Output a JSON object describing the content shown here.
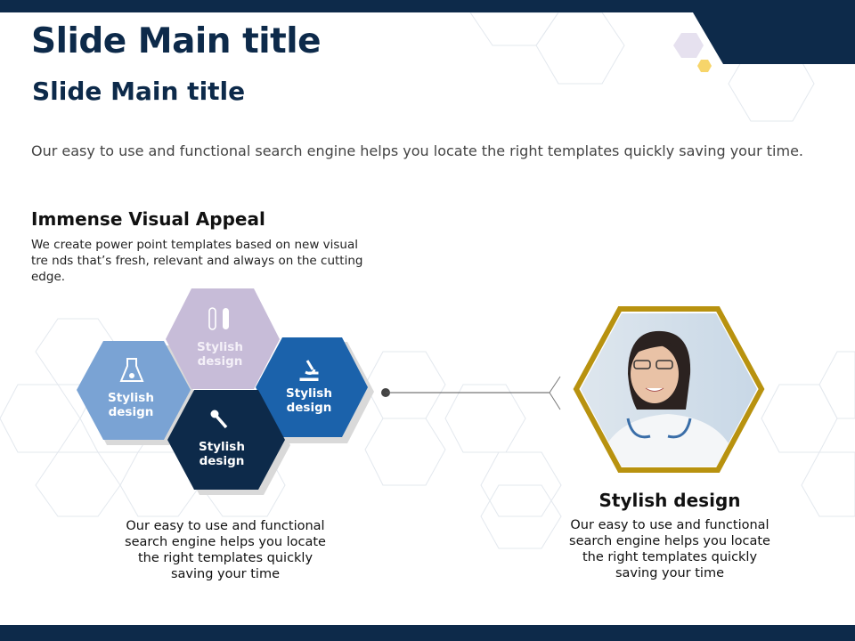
{
  "slide": {
    "title": "Slide Main title",
    "subtitle": "Slide Main title",
    "intro": "Our easy to use and functional search engine helps you locate the right templates quickly  saving your time.",
    "section_heading": "Immense Visual Appeal",
    "section_text": "We create power point templates based on new visual tre nds that’s fresh, relevant and always on the cutting edge.",
    "hexes": [
      {
        "label_line1": "Stylish",
        "label_line2": "design",
        "icon": "test-tubes-icon",
        "color": "#c7bcd8"
      },
      {
        "label_line1": "Stylish",
        "label_line2": "design",
        "icon": "flask-icon",
        "color": "#7aa3d4"
      },
      {
        "label_line1": "Stylish",
        "label_line2": "design",
        "icon": "microscope-icon",
        "color": "#1b62ab"
      },
      {
        "label_line1": "Stylish",
        "label_line2": "design",
        "icon": "dropper-icon",
        "color": "#0d2a4a"
      }
    ],
    "left_caption": [
      "Our easy to use and functional",
      "search engine helps you locate",
      "the right templates quickly",
      "saving your time"
    ],
    "right_heading": "Stylish design",
    "right_caption": [
      "Our easy to use and functional",
      "search engine helps you locate",
      "the right templates quickly",
      "saving your time"
    ],
    "colors": {
      "navy": "#0d2a4a",
      "gold": "#b8920f",
      "lilac": "#e6e1ef",
      "yellow": "#f7d56a"
    }
  }
}
